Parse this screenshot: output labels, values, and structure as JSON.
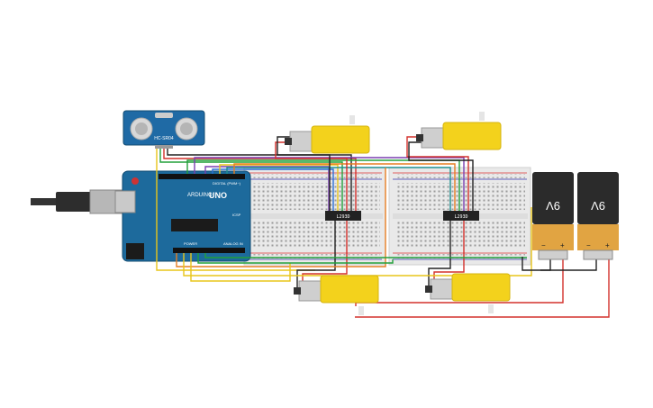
{
  "sensor": {
    "model": "HC-SR04"
  },
  "arduino": {
    "brand": "ARDUINO",
    "model": "UNO",
    "icsp": "ICSP",
    "digital": "DIGITAL (PWM~)",
    "analog": "ANALOG IN",
    "power": "POWER"
  },
  "drivers": [
    {
      "label": "L293D"
    },
    {
      "label": "L293D"
    }
  ],
  "batteries": [
    {
      "label": "9V",
      "minus": "−",
      "plus": "+"
    },
    {
      "label": "9V",
      "minus": "−",
      "plus": "+"
    }
  ],
  "colors": {
    "board": "#1d6a9c",
    "breadboard": "#e9e9e9",
    "motor": "#f3d21c",
    "battery_top": "#2b2b2b",
    "battery_bottom": "#e1a442",
    "red_wire": "#d3302c",
    "black_wire": "#222222"
  }
}
